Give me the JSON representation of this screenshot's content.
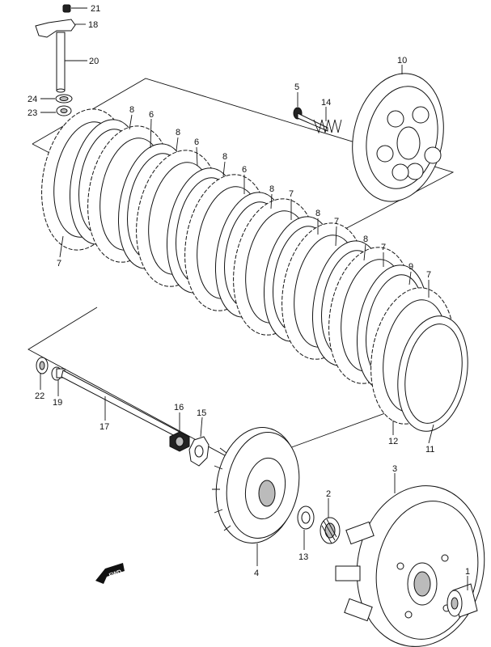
{
  "callouts": {
    "c21": "21",
    "c18": "18",
    "c20": "20",
    "c24": "24",
    "c23": "23",
    "c10": "10",
    "c5": "5",
    "c14": "14",
    "c8a": "8",
    "c6a": "6",
    "c8b": "8",
    "c6b": "6",
    "c8c": "8",
    "c6c": "6",
    "c8d": "8",
    "c7a": "7",
    "c8e": "8",
    "c7b": "7",
    "c8f": "8",
    "c7c": "7",
    "c9": "9",
    "c7d": "7",
    "c7left": "7",
    "c22": "22",
    "c19": "19",
    "c17": "17",
    "c16": "16",
    "c15": "15",
    "c12": "12",
    "c11": "11",
    "c3": "3",
    "c2": "2",
    "c4": "4",
    "c13": "13",
    "c1": "1"
  },
  "fwd_label": "FWD"
}
